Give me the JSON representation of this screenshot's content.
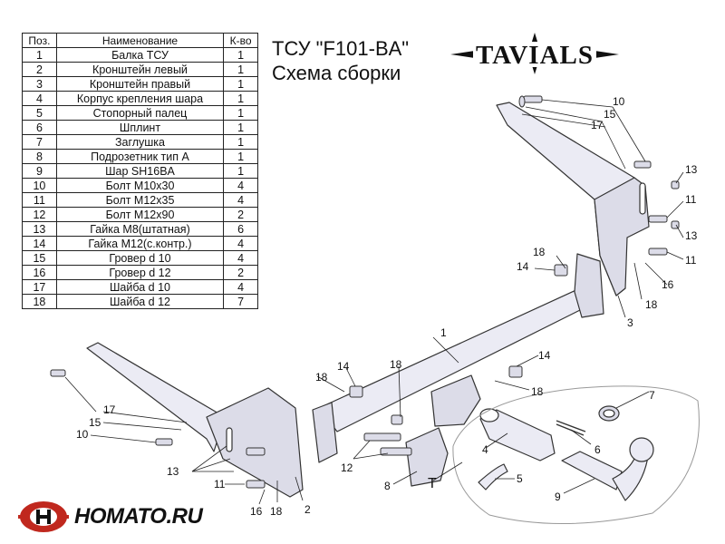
{
  "title": {
    "line1": "ТСУ  \"F101-BA\"",
    "line2": "Схема сборки"
  },
  "logo": {
    "text": "TAVIALS"
  },
  "table": {
    "headers": {
      "pos": "Поз.",
      "name": "Наименование",
      "qty": "К-во"
    },
    "rows": [
      {
        "pos": "1",
        "name": "Балка ТСУ",
        "qty": "1"
      },
      {
        "pos": "2",
        "name": "Кронштейн левый",
        "qty": "1"
      },
      {
        "pos": "3",
        "name": "Кронштейн правый",
        "qty": "1"
      },
      {
        "pos": "4",
        "name": "Корпус крепления шара",
        "qty": "1"
      },
      {
        "pos": "5",
        "name": "Стопорный палец",
        "qty": "1"
      },
      {
        "pos": "6",
        "name": "Шплинт",
        "qty": "1"
      },
      {
        "pos": "7",
        "name": "Заглушка",
        "qty": "1"
      },
      {
        "pos": "8",
        "name": "Подрозетник тип А",
        "qty": "1"
      },
      {
        "pos": "9",
        "name": "Шар SH16BA",
        "qty": "1"
      },
      {
        "pos": "10",
        "name": "Болт М10x30",
        "qty": "4"
      },
      {
        "pos": "11",
        "name": "Болт М12x35",
        "qty": "4"
      },
      {
        "pos": "12",
        "name": "Болт М12x90",
        "qty": "2"
      },
      {
        "pos": "13",
        "name": "Гайка  М8(штатная)",
        "qty": "6"
      },
      {
        "pos": "14",
        "name": "Гайка М12(с.контр.)",
        "qty": "4"
      },
      {
        "pos": "15",
        "name": "Гровер d 10",
        "qty": "4"
      },
      {
        "pos": "16",
        "name": "Гровер d 12",
        "qty": "2"
      },
      {
        "pos": "17",
        "name": "Шайба d 10",
        "qty": "4"
      },
      {
        "pos": "18",
        "name": "Шайба d 12",
        "qty": "7"
      }
    ]
  },
  "callouts": {
    "c1": "1",
    "c2": "2",
    "c3": "3",
    "c4": "4",
    "c5": "5",
    "c6": "6",
    "c7": "7",
    "c8": "8",
    "c9": "9",
    "c10a": "10",
    "c10b": "10",
    "c11a": "11",
    "c11b": "11",
    "c11c": "11",
    "c12": "12",
    "c13a": "13",
    "c13b": "13",
    "c13c": "13",
    "c14a": "14",
    "c14b": "14",
    "c14c": "14",
    "c15a": "15",
    "c15b": "15",
    "c16a": "16",
    "c16b": "16",
    "c17a": "17",
    "c17b": "17",
    "c18a": "18",
    "c18b": "18",
    "c18c": "18",
    "c18d": "18",
    "c18e": "18",
    "c18f": "18",
    "cT": "T"
  },
  "watermark": {
    "text": "HOMATO.RU"
  },
  "colors": {
    "part_fill": "#ebebf4",
    "part_stroke": "#333333",
    "line": "#222222",
    "logo_red": "#c0281e"
  }
}
